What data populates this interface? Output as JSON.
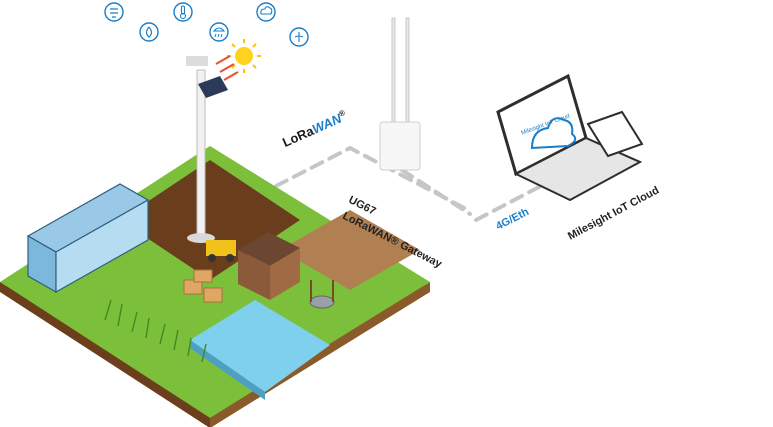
{
  "labels": {
    "lora_prefix": "LoRa",
    "lora_wan": "WAN",
    "lora_sup": "®",
    "gateway_name": "UG67",
    "gateway_sub": "LoRaWAN® Gateway",
    "backhaul": "4G/Eth",
    "cloud": "Milesight IoT Cloud",
    "screen_cloud": "Milesight IoT Cloud"
  },
  "icons": [
    "wind-icon",
    "humidity-icon",
    "temperature-icon",
    "rain-icon",
    "pressure-icon",
    "soil-icon"
  ],
  "colors": {
    "accent": "#1a7dc8",
    "grass": "#7cbf3a",
    "soil": "#8a5a2b",
    "water": "#7fd0ec",
    "dash": "#c8c8c8"
  }
}
